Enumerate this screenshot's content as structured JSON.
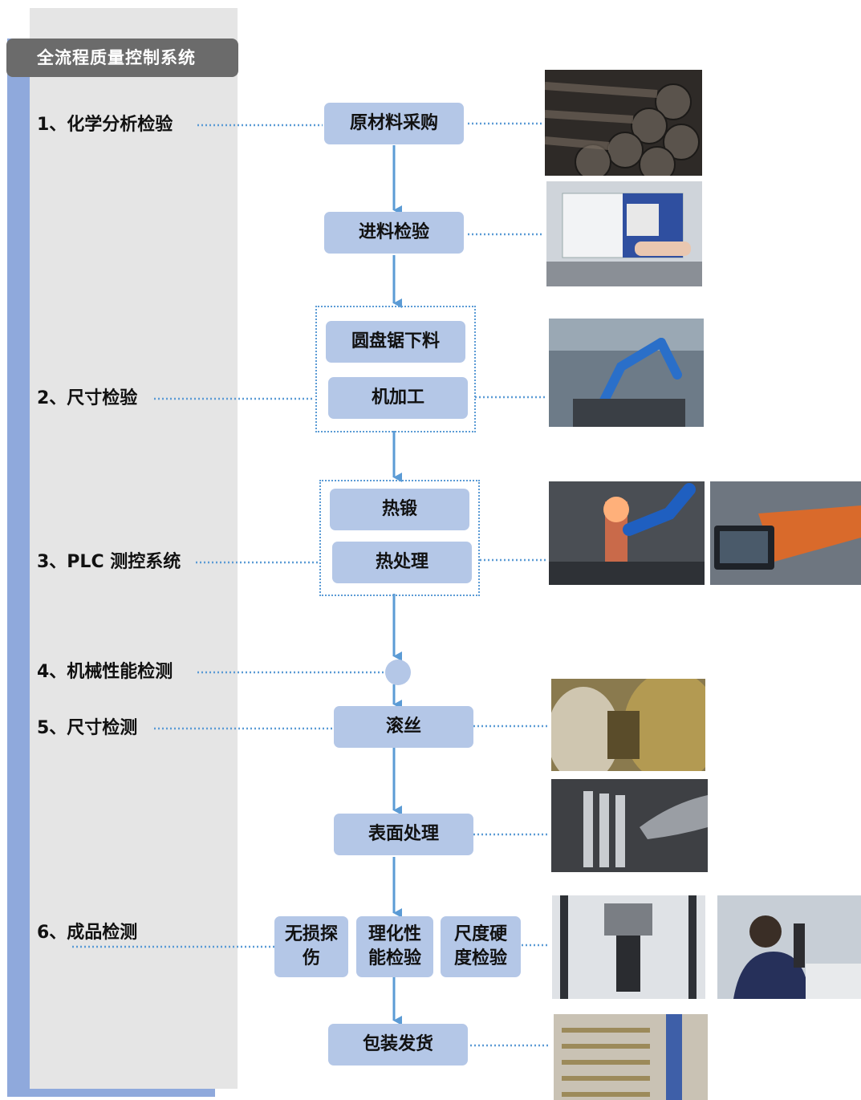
{
  "title": "全流程质量控制系统",
  "stages": [
    {
      "id": "s1",
      "label": "1、化学分析检验"
    },
    {
      "id": "s2",
      "label": "2、尺寸检验"
    },
    {
      "id": "s3",
      "label": "3、PLC 测控系统"
    },
    {
      "id": "s4",
      "label": "4、机械性能检测"
    },
    {
      "id": "s5",
      "label": "5、尺寸检测"
    },
    {
      "id": "s6",
      "label": "6、成品检测"
    }
  ],
  "steps": {
    "raw_purchase": "原材料采购",
    "incoming_inspection": "进料检验",
    "circular_saw": "圆盘锯下料",
    "machining": "机加工",
    "hot_forging": "热锻",
    "heat_treatment": "热处理",
    "thread_rolling": "滚丝",
    "surface_treatment": "表面处理",
    "ndt": "无损探伤",
    "physchem": "理化性能检验",
    "dimension_hardness": "尺度硬度检验",
    "packing_shipping": "包装发货"
  },
  "colors": {
    "sidebar_bar": "#8fa9dc",
    "sidebar_panel": "#e5e5e5",
    "title_tab": "#6b6b6b",
    "box_fill": "#b4c7e7",
    "line": "#5b9bd5",
    "node": "#b4c7e7"
  },
  "photos": [
    "steel-bars-photo",
    "spectrometer-photo",
    "robot-arm-photo",
    "forging-robot-photo",
    "heat-treatment-line-photo",
    "thread-rolling-photo",
    "surface-treatment-photo",
    "tensile-tester-photo",
    "microscope-inspection-photo",
    "packing-photo"
  ]
}
